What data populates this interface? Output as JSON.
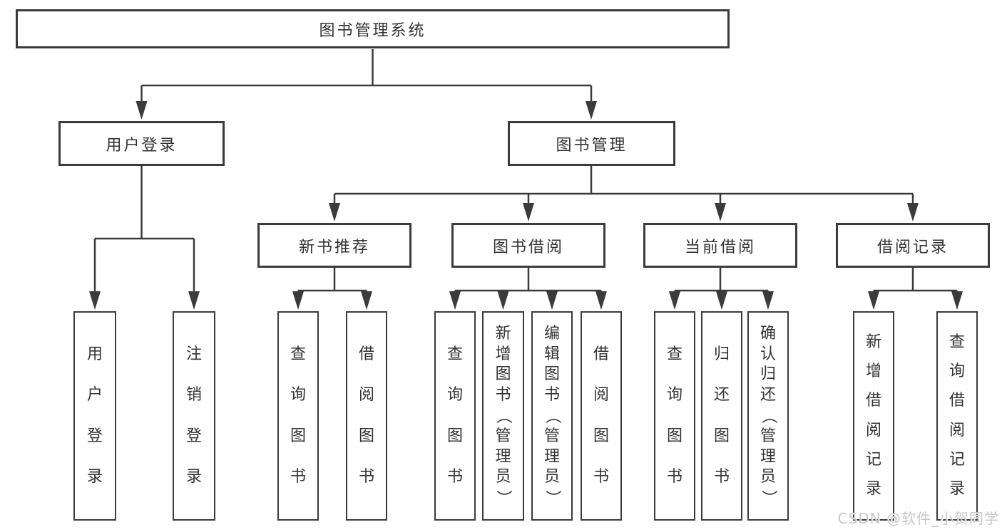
{
  "diagram": {
    "title": "图书管理系统",
    "root": {
      "label": "图书管理系统"
    },
    "level2": [
      {
        "label": "用户登录"
      },
      {
        "label": "图书管理"
      }
    ],
    "level3": [
      {
        "label": "新书推荐",
        "parent": "图书管理"
      },
      {
        "label": "图书借阅",
        "parent": "图书管理"
      },
      {
        "label": "当前借阅",
        "parent": "图书管理"
      },
      {
        "label": "借阅记录",
        "parent": "图书管理"
      }
    ],
    "leaves": [
      {
        "label": "用户登录",
        "parent": "用户登录"
      },
      {
        "label": "注销登录",
        "parent": "用户登录"
      },
      {
        "label": "查询图书",
        "parent": "新书推荐"
      },
      {
        "label": "借阅图书",
        "parent": "新书推荐"
      },
      {
        "label": "查询图书",
        "parent": "图书借阅"
      },
      {
        "label": "新增图书（管理员）",
        "parent": "图书借阅"
      },
      {
        "label": "编辑图书（管理员）",
        "parent": "图书借阅"
      },
      {
        "label": "借阅图书",
        "parent": "图书借阅"
      },
      {
        "label": "查询图书",
        "parent": "当前借阅"
      },
      {
        "label": "归还图书",
        "parent": "当前借阅"
      },
      {
        "label": "确认归还（管理员）",
        "parent": "当前借阅"
      },
      {
        "label": "新增借阅记录",
        "parent": "借阅记录"
      },
      {
        "label": "查询借阅记录",
        "parent": "借阅记录"
      }
    ],
    "colors": {
      "line": "#3b3b3b",
      "text": "#333333",
      "box_fill": "#ffffff",
      "watermark": "#c7c7c7"
    }
  },
  "watermark": {
    "text": "CSDN @软件_小贺同学"
  }
}
